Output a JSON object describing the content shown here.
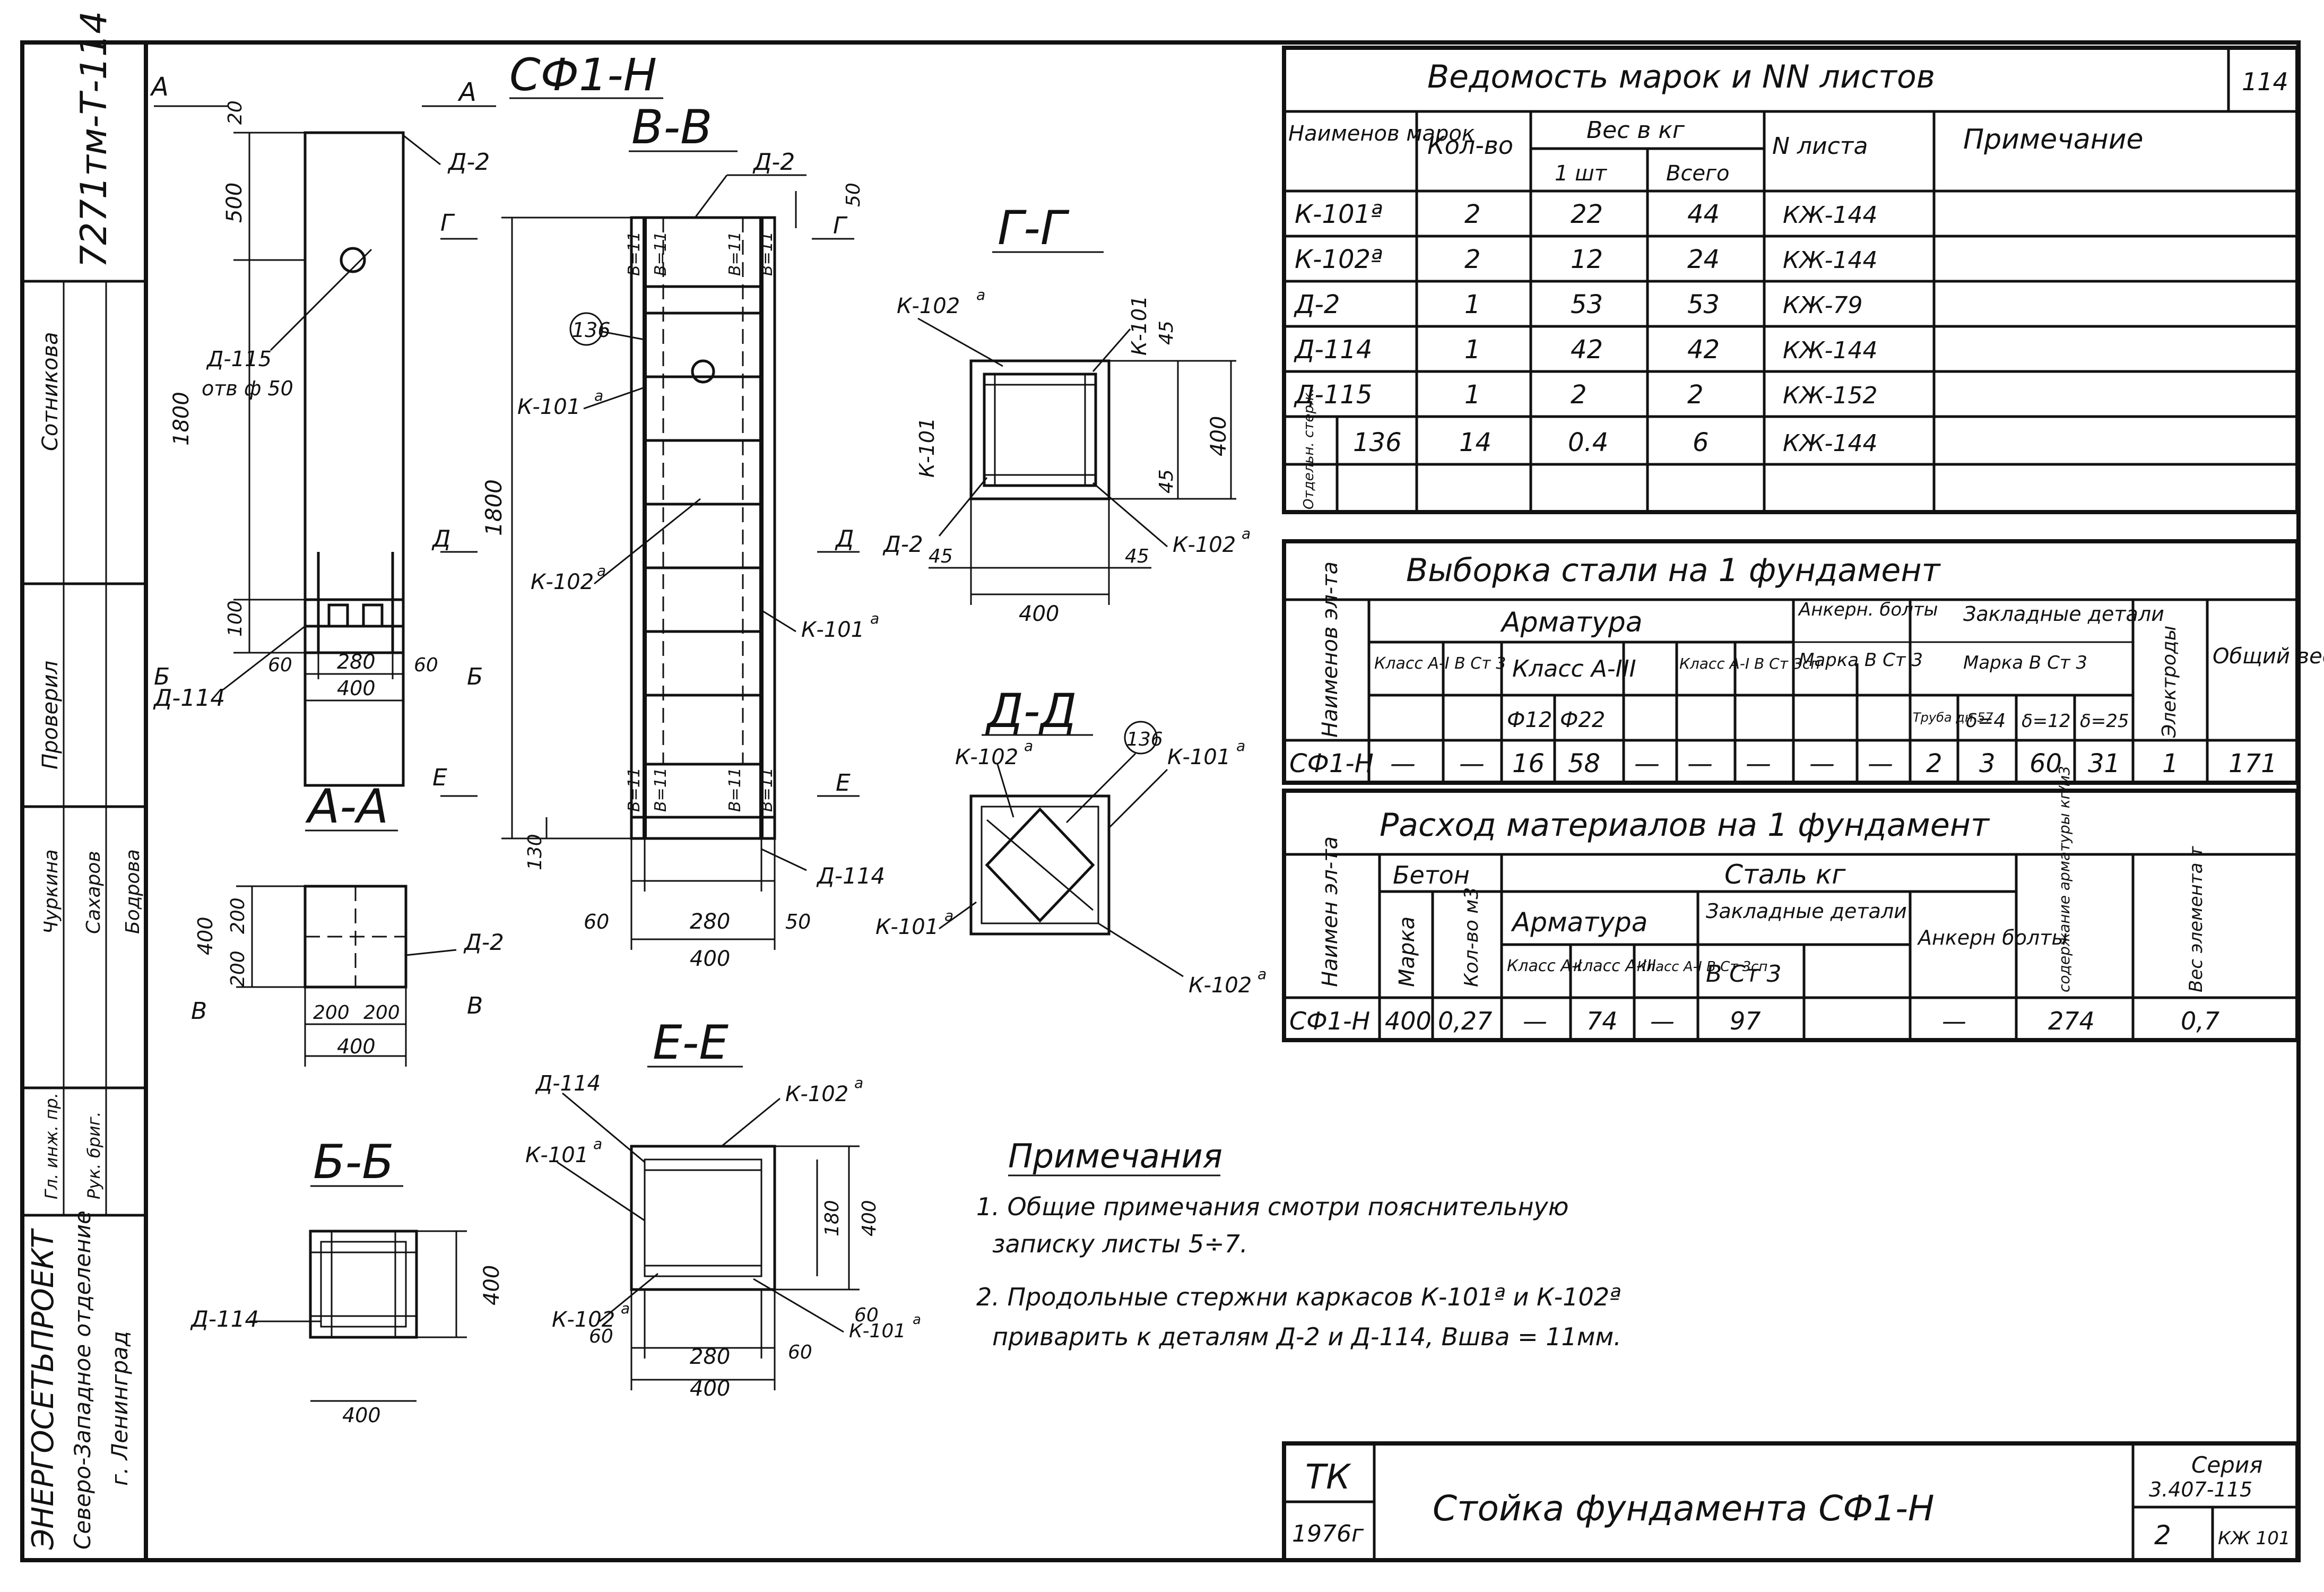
{
  "title_view": "СФ1-Н",
  "sections": {
    "a": "А-А",
    "b": "Б-Б",
    "v": "В-В",
    "g": "Г-Г",
    "d": "Д-Д",
    "e": "Е-Е",
    "cut_a": "А",
    "cut_b": "Б",
    "cut_v": "В",
    "cut_g": "Г",
    "cut_d": "Д",
    "cut_e": "Е"
  },
  "labels": {
    "d2": "Д-2",
    "d114": "Д-114",
    "d115": "Д-115",
    "otv": "отв ф 50",
    "k101": "К-101",
    "k102": "К-102",
    "sup_a": "a",
    "rod": "136",
    "weld": "В=11"
  },
  "dims": {
    "d20": "20",
    "d500": "500",
    "d1800": "1800",
    "d100": "100",
    "d60": "60",
    "d280": "280",
    "d400": "400",
    "d200": "200",
    "d50": "50",
    "d45": "45",
    "d130": "130",
    "d180": "180"
  },
  "left_strip": {
    "doc_number": "7271тм-Т-114",
    "r1": "Сотникова",
    "r2": "Проверил",
    "r3": "Чуркина",
    "r4": "Сахаров",
    "r5": "Бодрова",
    "r6": "Гл. инж. пр.",
    "r7": "Рук. бриг.",
    "org1": "ЭНЕРГОСЕТЬПРОЕКТ",
    "org2": "Северо-Западное отделение",
    "org3": "г. Ленинград"
  },
  "marks_table": {
    "title": "Ведомость марок и NN листов",
    "sheet_no": "114",
    "headers": {
      "name": "Наименов марок",
      "qty": "Кол-во",
      "weight": "Вес в кг",
      "one": "1 шт",
      "total": "Всего",
      "sheet": "N листа",
      "note": "Примечание"
    },
    "rows": [
      {
        "name": "К-101ª",
        "qty": "2",
        "one": "22",
        "total": "44",
        "sheet": "КЖ-144"
      },
      {
        "name": "К-102ª",
        "qty": "2",
        "one": "12",
        "total": "24",
        "sheet": "КЖ-144"
      },
      {
        "name": "Д-2",
        "qty": "1",
        "one": "53",
        "total": "53",
        "sheet": "КЖ-79"
      },
      {
        "name": "Д-114",
        "qty": "1",
        "one": "42",
        "total": "42",
        "sheet": "КЖ-144"
      },
      {
        "name": "Д-115",
        "qty": "1",
        "one": "2",
        "total": "2",
        "sheet": "КЖ-152"
      },
      {
        "name": "136",
        "qty": "14",
        "one": "0.4",
        "total": "6",
        "sheet": "КЖ-144"
      }
    ],
    "side_label": "Отдельн. стерж."
  },
  "steel_table": {
    "title": "Выборка стали на 1 фундамент",
    "h_name": "Наименов эл-та",
    "h_arm": "Арматура",
    "h_anchor": "Анкерн. болты",
    "h_embedded": "Закладные детали",
    "h_electrodes": "Электроды",
    "h_total": "Общий вес кг",
    "h_cls1": "Класс А-I В Ст 3",
    "h_cls3": "Класс А-III",
    "h_cls1b": "Класс А-I В Ст 3сп",
    "h_mark1": "Марка В Ст 3",
    "h_mark2": "Марка В Ст 3",
    "h_f12": "Ф12",
    "h_f22": "Ф22",
    "h_pipe": "Труба дн 57",
    "h_s4": "δ=4",
    "h_s12": "δ=12",
    "h_s25": "δ=25",
    "row": {
      "name": "СФ1-Н",
      "c1": "—",
      "c2": "—",
      "f12": "16",
      "f22": "58",
      "c5": "—",
      "c6": "—",
      "c7": "—",
      "c8": "—",
      "c9": "—",
      "pipe": "2",
      "s4": "3",
      "s12": "60",
      "s25": "31",
      "el": "1",
      "total": "171"
    }
  },
  "materials_table": {
    "title": "Расход материалов на 1 фундамент",
    "h_name": "Наимен эл-та",
    "h_concrete": "Бетон",
    "h_steel": "Сталь кг",
    "h_mark": "Марка",
    "h_vol": "Кол-во м3",
    "h_arm": "Арматура",
    "h_emb": "Закладные детали",
    "h_anchor": "Анкерн болты",
    "h_content": "содержание арматуры кг/м3",
    "h_weight": "Вес элемента т",
    "h_a1": "Класс А-I",
    "h_a3": "класс А-III",
    "h_a1b": "Класс А-I В Ст 3сп",
    "h_vst": "В Ст 3",
    "row": {
      "name": "СФ1-Н",
      "mark": "400",
      "vol": "0,27",
      "a1": "—",
      "a3": "74",
      "a1b": "—",
      "vst": "97",
      "anchor": "—",
      "content": "274",
      "weight": "0,7"
    }
  },
  "notes": {
    "title": "Примечания",
    "n1a": "1. Общие примечания смотри пояснительную",
    "n1b": "записку листы 5÷7.",
    "n2a": "2. Продольные стержни каркасов К-101ª и К-102ª",
    "n2b": "приварить к деталям Д-2 и Д-114, Вшва = 11мм."
  },
  "title_block": {
    "tk": "ТК",
    "year": "1976г",
    "title": "Стойка фундамента СФ1-Н",
    "series_label": "Серия",
    "series": "3.407-115",
    "issue": "2",
    "sheet": "КЖ 101"
  }
}
